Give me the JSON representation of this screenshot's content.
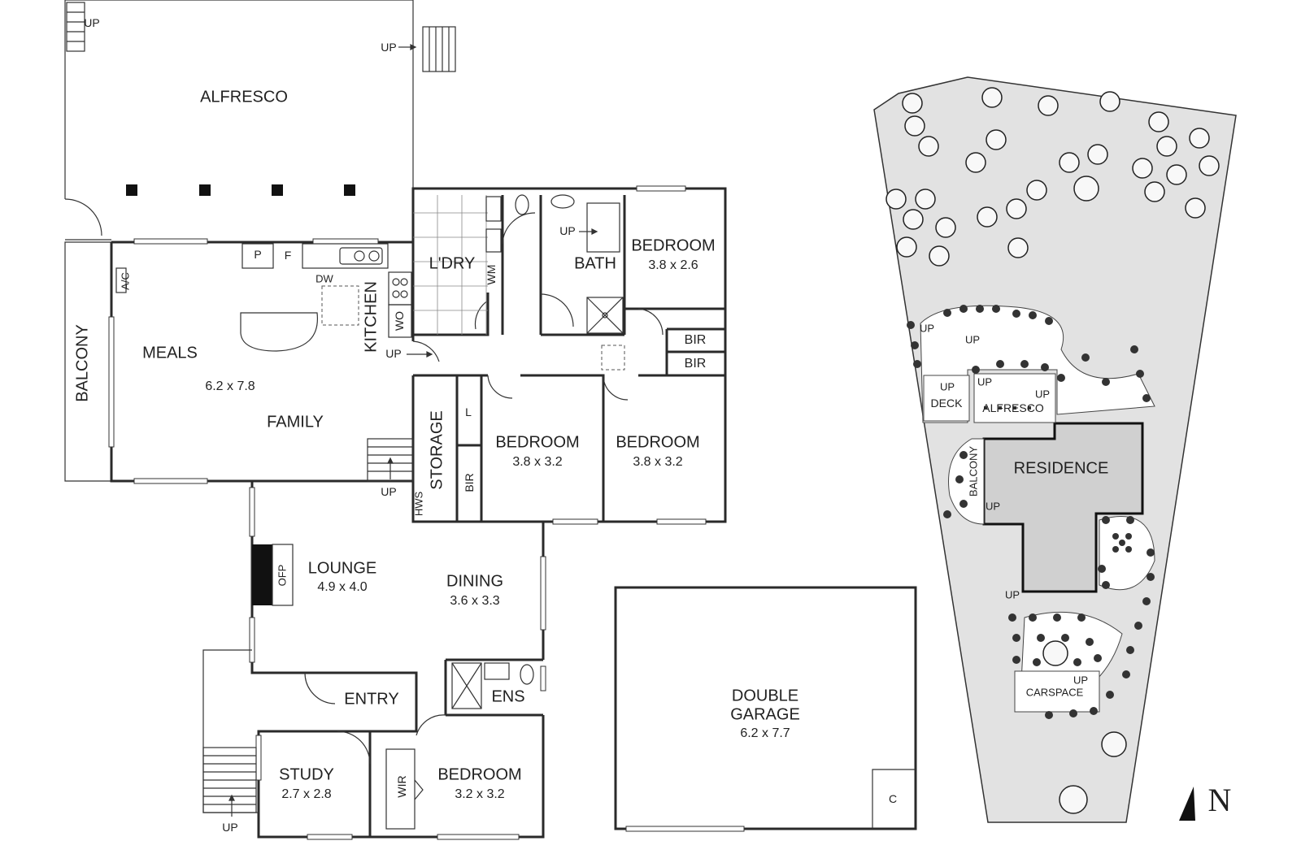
{
  "floor_plan": {
    "alfresco": "ALFRESCO",
    "balcony": "BALCONY",
    "meals": "MEALS",
    "meals_dim": "6.2 x 7.8",
    "family": "FAMILY",
    "kitchen": "KITCHEN",
    "pantry": "P",
    "fridge": "F",
    "dishwasher": "DW",
    "ac": "A/C",
    "wall_oven": "WO",
    "laundry": "L'DRY",
    "washing_machine": "WM",
    "bath": "BATH",
    "bedroom_label": "BEDROOM",
    "bedroom1_dim": "3.8 x 2.6",
    "bir": "BIR",
    "storage": "STORAGE",
    "linen": "L",
    "hws": "HWS",
    "bedroom2_dim": "3.8 x 3.2",
    "bedroom3_dim": "3.8 x 3.2",
    "lounge": "LOUNGE",
    "lounge_dim": "4.9 x 4.0",
    "ofp": "OFP",
    "dining": "DINING",
    "dining_dim": "3.6 x 3.3",
    "entry": "ENTRY",
    "ens": "ENS",
    "study": "STUDY",
    "study_dim": "2.7 x 2.8",
    "wir": "WIR",
    "bedroom4_dim": "3.2 x 3.2",
    "double_garage_line1": "DOUBLE",
    "double_garage_line2": "GARAGE",
    "garage_dim": "6.2 x 7.7",
    "cupboard": "C",
    "up": "UP"
  },
  "site_plan": {
    "residence": "RESIDENCE",
    "alfresco": "ALFRESCO",
    "deck": "DECK",
    "balcony": "BALCONY",
    "carspace": "CARSPACE",
    "up": "UP",
    "north": "N"
  }
}
